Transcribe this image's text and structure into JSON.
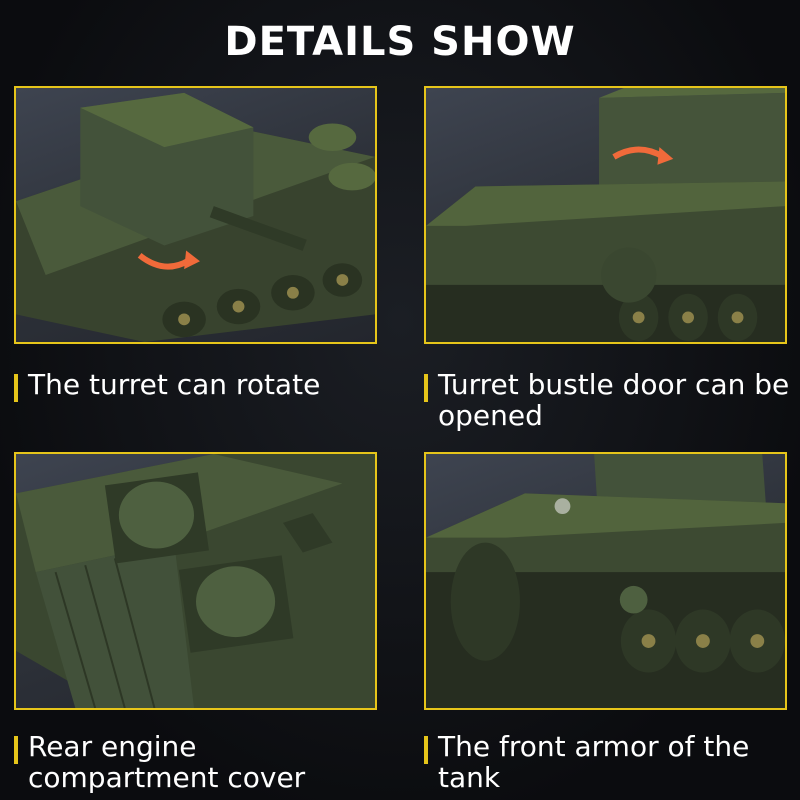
{
  "title": "DETAILS SHOW",
  "colors": {
    "accent": "#e6c51a",
    "tank_green": "#3d4a32",
    "arrow": "#f06a3a"
  },
  "panels": [
    {
      "caption": "The turret can rotate",
      "icon": "rotate-arrow"
    },
    {
      "caption": "Turret bustle door can be opened",
      "icon": "open-arrow"
    },
    {
      "caption": "Rear engine compartment cover",
      "icon": ""
    },
    {
      "caption": "The front armor of the tank",
      "icon": ""
    }
  ]
}
